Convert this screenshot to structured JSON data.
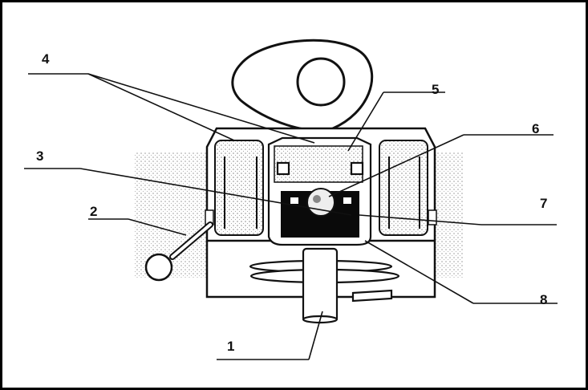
{
  "callouts": {
    "c1": "1",
    "c2": "2",
    "c3": "3",
    "c4": "4",
    "c5": "5",
    "c6": "6",
    "c7": "7",
    "c8": "8"
  },
  "colors": {
    "ink": "#111111",
    "stipple": "#9a9a9a",
    "solid": "#0a0a0a"
  }
}
